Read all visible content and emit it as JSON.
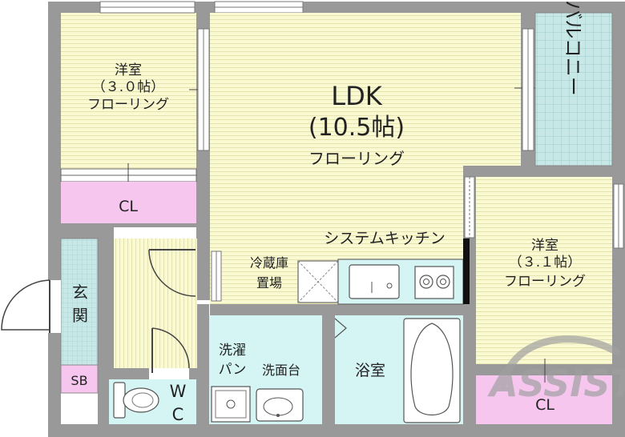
{
  "rooms": {
    "western_room_1": {
      "name": "洋室",
      "size": "（３.０帖）",
      "floor": "フローリング"
    },
    "ldk": {
      "name": "LDK",
      "size": "(10.5帖)",
      "floor": "フローリング"
    },
    "western_room_2": {
      "name": "洋室",
      "size": "（３.１帖）",
      "floor": "フローリング"
    },
    "balcony": {
      "label": "バルコニー"
    },
    "closet_1": {
      "label": "CL"
    },
    "closet_2": {
      "label": "CL"
    },
    "entrance": {
      "label_1": "玄",
      "label_2": "関"
    },
    "shoe_box": {
      "label": "SB"
    },
    "toilet": {
      "label_1": "W",
      "label_2": "C"
    },
    "kitchen": {
      "label": "システムキッチン"
    },
    "fridge_space": {
      "label_1": "冷蔵庫",
      "label_2": "置場"
    },
    "laundry_pan": {
      "label_1": "洗濯",
      "label_2": "パン"
    },
    "washbasin": {
      "label": "洗面台"
    },
    "bathroom": {
      "label": "浴室"
    }
  },
  "watermark": {
    "text": "ASSIST"
  },
  "colors": {
    "wall": "#999999",
    "floor": "#fafad2",
    "floor_line": "#e6e2b0",
    "closet": "#f7c6ef",
    "tile": "#c8e8e8",
    "tile_line": "#9fcaca",
    "wet_area": "#d5f5f5",
    "logo": "#a0a0a0"
  }
}
